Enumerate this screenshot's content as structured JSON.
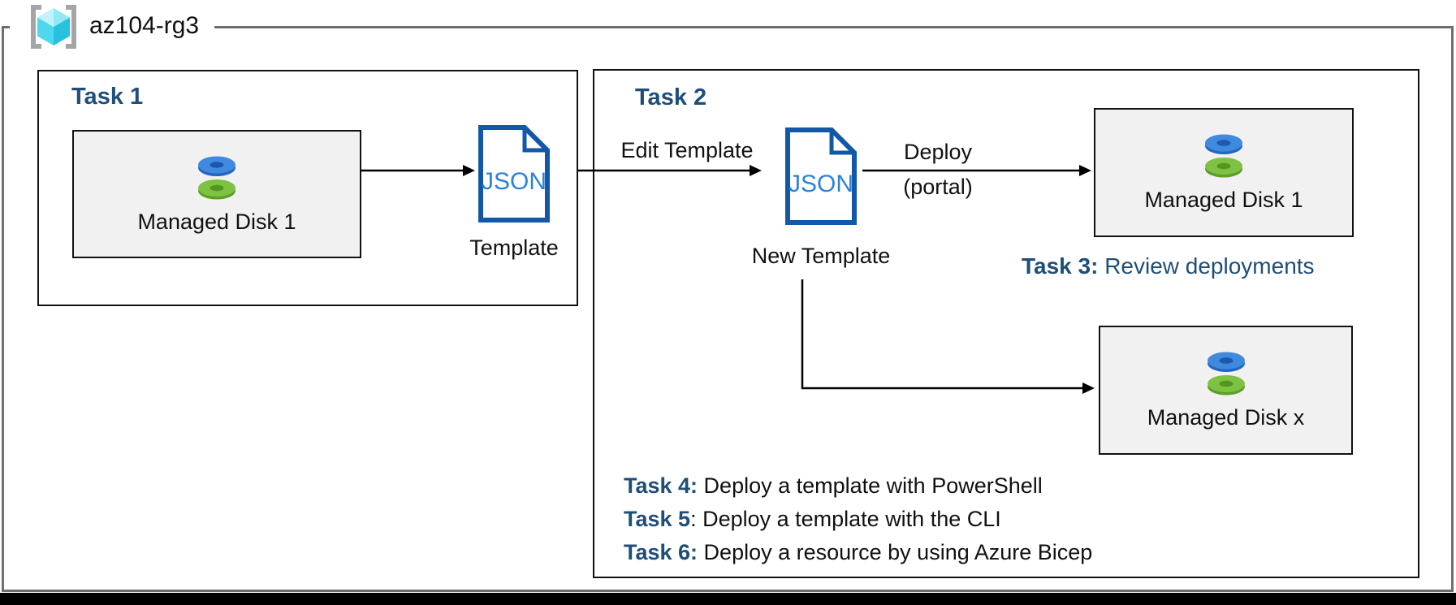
{
  "resource_group": {
    "name": "az104-rg3"
  },
  "colors": {
    "heading_blue": "#1f4e79",
    "json_border_blue": "#1257a8",
    "json_text_blue": "#2e82d4",
    "disk_blue": "#3f8ade",
    "disk_green": "#7dc242",
    "group_border_gray": "#6e6e6e",
    "box_fill_gray": "#f1f1f1"
  },
  "task1": {
    "title": "Task 1",
    "disk_label": "Managed Disk 1",
    "json_label": "JSON",
    "template_label": "Template"
  },
  "task2": {
    "title": "Task 2",
    "edit_arrow_label": "Edit Template",
    "json_label": "JSON",
    "new_template_label": "New Template",
    "deploy_label": "Deploy",
    "deploy_sublabel": "(portal)",
    "disk1_label": "Managed Disk 1",
    "diskx_label": "Managed Disk x"
  },
  "task3": {
    "prefix": "Task 3:",
    "rest": " Review deployments"
  },
  "task_list": [
    {
      "prefix": "Task 4:",
      "rest": " Deploy a template with PowerShell"
    },
    {
      "prefix": "Task 5",
      "rest": ": Deploy a template with the CLI"
    },
    {
      "prefix": "Task 6:",
      "rest": " Deploy a resource by using Azure Bicep"
    }
  ]
}
